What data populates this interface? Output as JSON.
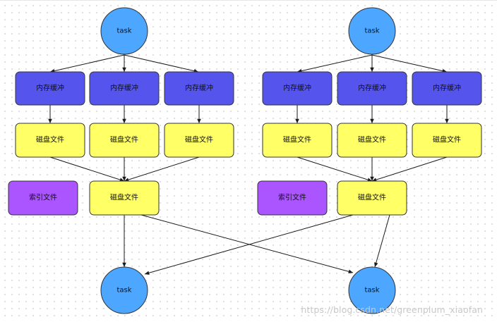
{
  "colors": {
    "task": "#4da6ff",
    "memory": "#5555ee",
    "disk": "#ffff66",
    "index": "#aa55ff"
  },
  "labels": {
    "task": "task",
    "memory_buffer": "内存缓冲",
    "disk_file": "磁盘文件",
    "index_file": "索引文件"
  },
  "watermark": "https://blog.csdn.net/greenplum_xiaofan"
}
